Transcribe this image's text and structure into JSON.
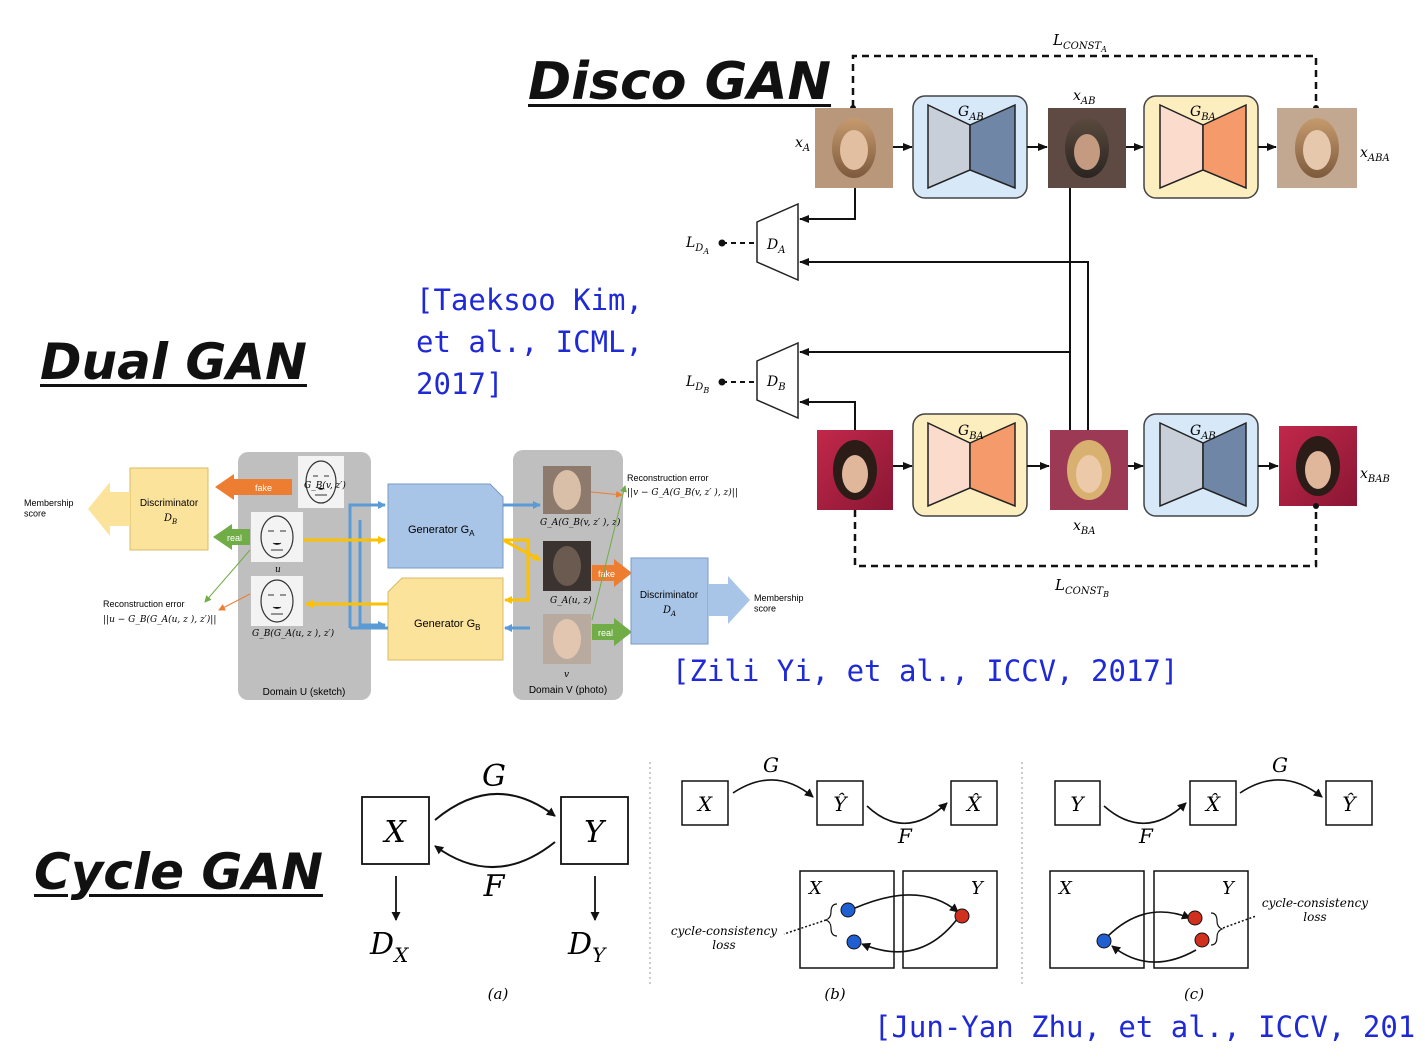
{
  "titles": {
    "disco": "Disco GAN",
    "dual": "Dual GAN",
    "cycle": "Cycle GAN"
  },
  "citations": {
    "kim": "[Taeksoo Kim,\net al., ICML,\n2017]",
    "yi": "[Zili Yi, et al., ICCV, 2017]",
    "zhu": "[Jun-Yan Zhu, et al., ICCV, 201"
  },
  "colors": {
    "citation": "#1f2ad6",
    "g_ab_box": "#d7e8f8",
    "g_ba_box": "#fdeec0",
    "g_ab_trapezoid": "#6f86a6",
    "g_ba_trapezoid": "#f59a6a",
    "discriminator_yellow": "#fbe39b",
    "discriminator_blue": "#a8c4e6",
    "arrow_blue": "#5b9bd5",
    "arrow_orange": "#ed7d31",
    "arrow_green": "#70ad47",
    "arrow_gold": "#ffc000",
    "dot_blue": "#1f5fd1",
    "dot_red": "#d1301f"
  },
  "disco": {
    "l_const_a": "L",
    "l_const_a_sub": "CONST",
    "l_const_a_subsub": "A",
    "l_const_b": "L",
    "l_const_b_sub": "CONST",
    "l_const_b_subsub": "B",
    "x_a": "x",
    "x_a_sub": "A",
    "x_ab": "x",
    "x_ab_sub": "AB",
    "x_aba": "x",
    "x_aba_sub": "ABA",
    "x_ba": "x",
    "x_ba_sub": "BA",
    "x_bab": "x",
    "x_bab_sub": "BAB",
    "g_ab": "G",
    "g_ab_sub": "AB",
    "g_ba": "G",
    "g_ba_sub": "BA",
    "d_a": "D",
    "d_a_sub": "A",
    "d_b": "D",
    "d_b_sub": "B",
    "l_da": "L",
    "l_da_sub": "D",
    "l_da_subsub": "A",
    "l_db": "L",
    "l_db_sub": "D",
    "l_db_subsub": "B"
  },
  "dual": {
    "membership_left": "Membership\nscore",
    "membership_right": "Membership\nscore",
    "disc_b": "Discriminator",
    "disc_b_sym": "D",
    "disc_b_sub": "B",
    "disc_a": "Discriminator",
    "disc_a_sym": "D",
    "disc_a_sub": "A",
    "fake_left": "fake",
    "real_left": "real",
    "fake_right": "fake",
    "real_right": "real",
    "gen_a": "Generator G",
    "gen_a_sub": "A",
    "gen_b": "Generator G",
    "gen_b_sub": "B",
    "domain_u": "Domain U (sketch)",
    "domain_v": "Domain V (photo)",
    "recon_left_title": "Reconstruction error",
    "recon_left_formula": "||u − G_B(G_A(u, z ), z′)||",
    "recon_right_title": "Reconstruction error",
    "recon_right_formula": "||v − G_A(G_B(v, z′ ), z)||",
    "label_gb_vz": "G_B(v, z′)",
    "label_u": "u",
    "label_gb_ga": "G_B(G_A(u, z ), z′)",
    "label_ga_gb": "G_A(G_B(v, z′ ), z)",
    "label_ga_uz": "G_A(u, z)",
    "label_v": "v"
  },
  "cycle": {
    "a": {
      "x": "X",
      "y": "Y",
      "g": "G",
      "f": "F",
      "dx": "D",
      "dx_sub": "X",
      "dy": "D",
      "dy_sub": "Y",
      "caption": "(a)"
    },
    "b": {
      "x": "X",
      "yhat": "Ŷ",
      "xhat": "X̂",
      "g": "G",
      "f": "F",
      "panel_x": "X",
      "panel_y": "Y",
      "loss": "cycle-consistency\nloss",
      "caption": "(b)"
    },
    "c": {
      "y": "Y",
      "xhat": "X̂",
      "yhat": "Ŷ",
      "g": "G",
      "f": "F",
      "panel_x": "X",
      "panel_y": "Y",
      "loss": "cycle-consistency\nloss",
      "caption": "(c)"
    }
  }
}
